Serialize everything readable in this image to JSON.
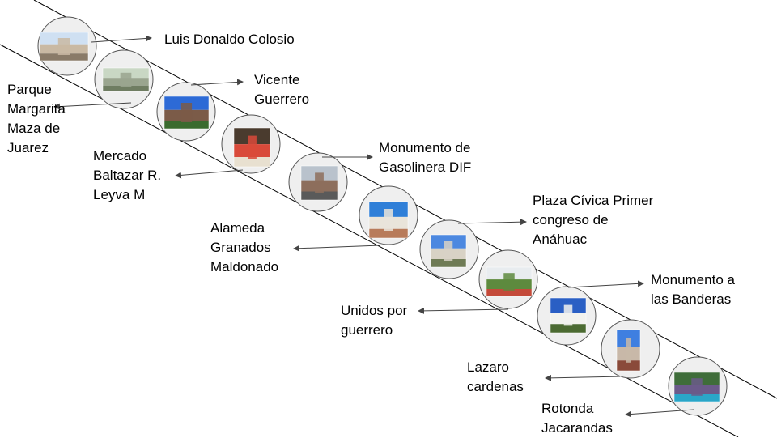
{
  "diagram": {
    "colors": {
      "line": "#000000",
      "circle_fill": "#efefef",
      "circle_stroke": "#555555",
      "arrow": "#444444"
    },
    "stops": [
      {
        "label": "Luis Donaldo Colosio",
        "thumbnail": "statue-photo",
        "thumb_colors": [
          "#cfe0f2",
          "#c9b9a3",
          "#8a7b68"
        ]
      },
      {
        "label": "Parque\nMargarita\nMaza de\nJuarez",
        "thumbnail": "park-photo",
        "thumb_colors": [
          "#c9d7c4",
          "#9aa58f",
          "#6f7d62"
        ]
      },
      {
        "label": "Vicente\nGuerrero",
        "thumbnail": "monument-photo",
        "thumb_colors": [
          "#2d6ad6",
          "#7b5b48",
          "#3a6b2e"
        ]
      },
      {
        "label": "Mercado\nBaltazar R.\nLeyva M",
        "thumbnail": "market-photo",
        "thumb_colors": [
          "#4a3b2e",
          "#d94a3a",
          "#e8e0d0"
        ]
      },
      {
        "label": "Monumento de\nGasolinera DIF",
        "thumbnail": "building-photo",
        "thumb_colors": [
          "#b9c2cc",
          "#8d6e5c",
          "#5a5a5a"
        ]
      },
      {
        "label": "Alameda\nGranados\nMaldonado",
        "thumbnail": "kiosk-photo",
        "thumb_colors": [
          "#2f7fd8",
          "#e9e4da",
          "#b87b5a"
        ]
      },
      {
        "label": "Plaza Cívica Primer\ncongreso de\nAnáhuac",
        "thumbnail": "plaza-photo",
        "thumb_colors": [
          "#4c88e0",
          "#d8d2c5",
          "#6f7b55"
        ]
      },
      {
        "label": "Unidos por\nguerrero",
        "thumbnail": "sculpture-photo",
        "thumb_colors": [
          "#e8ecef",
          "#5d8a3e",
          "#c44a3a"
        ]
      },
      {
        "label": "Monumento a\nlas Banderas",
        "thumbnail": "obelisk-photo",
        "thumb_colors": [
          "#2a5fc4",
          "#f2f2ee",
          "#4c6b32"
        ]
      },
      {
        "label": "Lazaro\ncardenas",
        "thumbnail": "statue-blue-photo",
        "thumb_colors": [
          "#3f7fe0",
          "#c8b8a8",
          "#8a4a3a"
        ]
      },
      {
        "label": "Rotonda\nJacarandas",
        "thumbnail": "aerial-photo",
        "thumb_colors": [
          "#3f6d3a",
          "#6b5a8a",
          "#2aa6c8"
        ]
      }
    ]
  }
}
